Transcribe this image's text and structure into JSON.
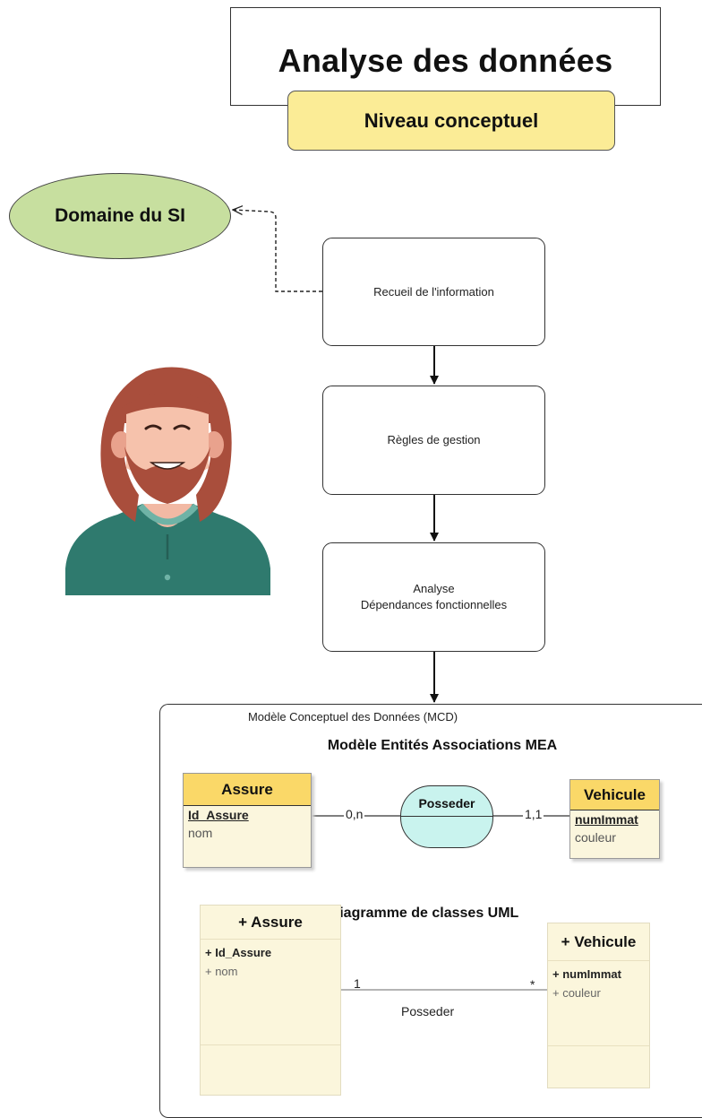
{
  "header": {
    "title": "Analyse des données",
    "subtitle": "Niveau conceptuel"
  },
  "domain": {
    "label": "Domaine du SI"
  },
  "steps": [
    {
      "label": "Recueil de l'information"
    },
    {
      "label": "Règles de gestion"
    },
    {
      "label": "Analyse\nDépendances fonctionnelles"
    }
  ],
  "mcd": {
    "frame_label": "Modèle Conceptuel des Données (MCD)",
    "mea": {
      "title": "Modèle Entités Associations MEA",
      "entities": [
        {
          "name": "Assure",
          "key": "Id_Assure",
          "attribute": "nom"
        },
        {
          "name": "Vehicule",
          "key": "numImmat",
          "attribute": "couleur"
        }
      ],
      "association": {
        "name": "Posseder"
      },
      "cardinalities": [
        "0,n",
        "1,1"
      ]
    },
    "uml": {
      "title": "Diagramme de classes UML",
      "classes": [
        {
          "name": "+ Assure",
          "attributes": [
            "+ Id_Assure",
            "+ nom"
          ]
        },
        {
          "name": "+ Vehicule",
          "attributes": [
            "+ numImmat",
            "+ couleur"
          ]
        }
      ],
      "association_label": "Posseder",
      "multiplicities": [
        "1",
        "*"
      ]
    }
  },
  "colors": {
    "subtitle_fill": "#fbec96",
    "domain_fill": "#c7df9f",
    "entity_header": "#fad868",
    "entity_body": "#fbf6dd",
    "association_fill": "#c9f3ee",
    "person_shirt": "#2f7a6e",
    "person_hair": "#a94e3c"
  },
  "icons": {
    "person": "smiling-bearded-man-avatar"
  }
}
